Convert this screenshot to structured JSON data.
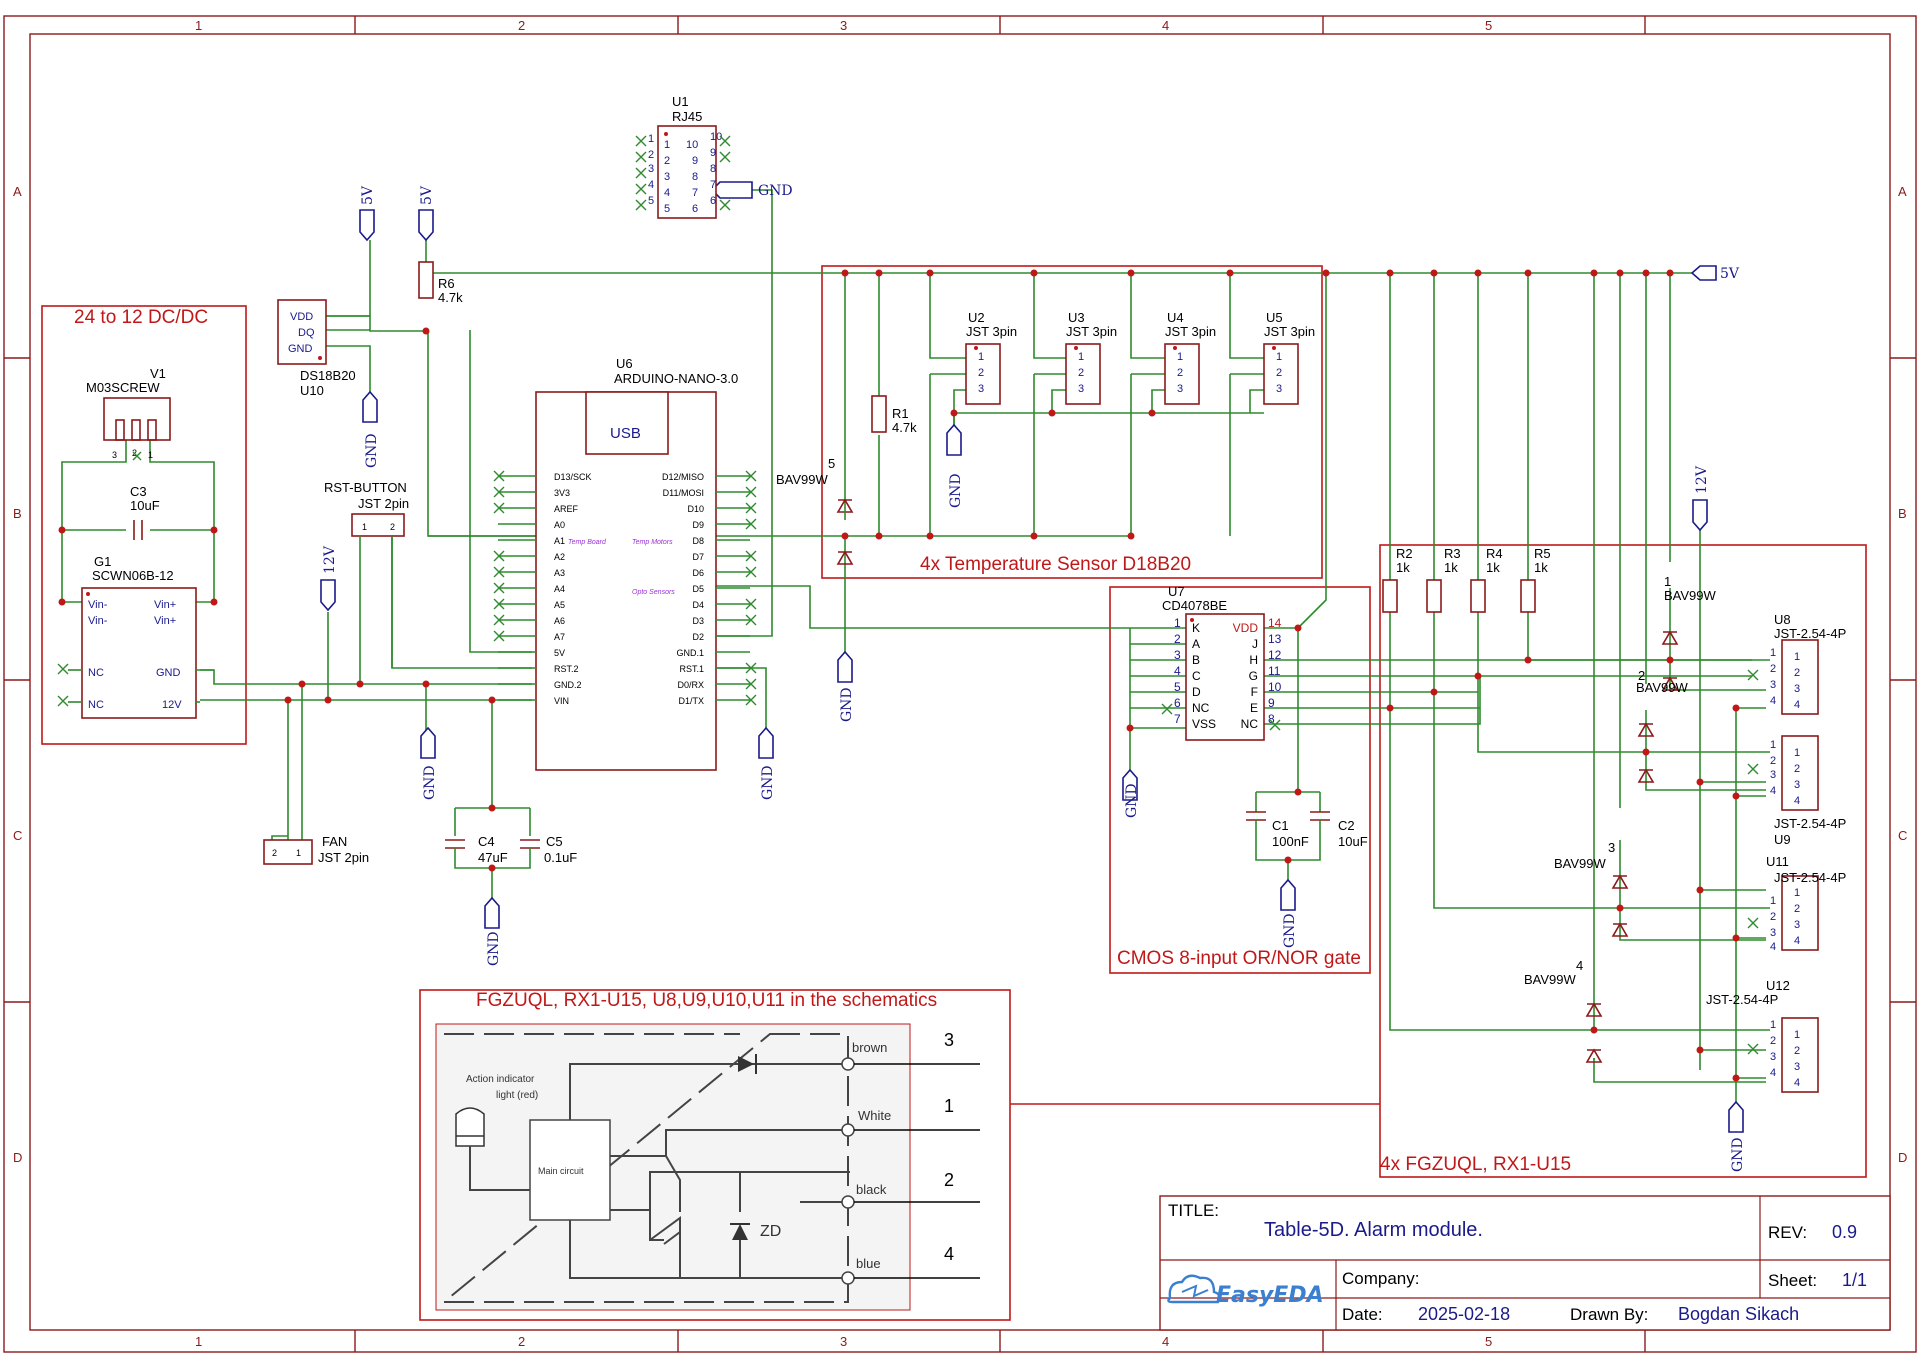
{
  "grid": {
    "cols": [
      "1",
      "2",
      "3",
      "4",
      "5"
    ],
    "rows": [
      "A",
      "B",
      "C",
      "D"
    ]
  },
  "colors": {
    "frame": "#8b1a1a",
    "wire": "#2e8b2e",
    "region": "#c01818",
    "pin": "#1a1a8b"
  },
  "regions": {
    "dcdc": "24 to 12 DC/DC",
    "temp": "4x Temperature Sensor D18B20",
    "cmos": "CMOS 8-input OR/NOR gate",
    "fgz_title": "FGZUQL, RX1-U15, U8,U9,U10,U11 in the schematics",
    "fgz": "4x FGZUQL, RX1-U15"
  },
  "nets": {
    "v5": "5V",
    "gnd": "GND",
    "v12": "12V"
  },
  "components": {
    "u1": {
      "ref": "U1",
      "name": "RJ45"
    },
    "v1": {
      "ref": "V1",
      "name": "M03SCREW"
    },
    "c3": {
      "ref": "C3",
      "value": "10uF"
    },
    "g1": {
      "ref": "G1",
      "name": "SCWN06B-12",
      "pins": [
        "Vin-",
        "Vin-",
        "Vin+",
        "Vin+",
        "NC",
        "GND",
        "NC",
        "12V"
      ]
    },
    "u10": {
      "name": "DS18B20",
      "ref": "U10",
      "pins": [
        "VDD",
        "DQ",
        "GND"
      ]
    },
    "r6": {
      "ref": "R6",
      "value": "4.7k"
    },
    "rst": {
      "ref": "RST-BUTTON",
      "name": "JST 2pin"
    },
    "fan": {
      "ref": "FAN",
      "name": "JST 2pin"
    },
    "u6": {
      "ref": "U6",
      "name": "ARDUINO-NANO-3.0",
      "usb": "USB",
      "left": [
        "D13/SCK",
        "3V3",
        "AREF",
        "A0",
        "A1",
        "A2",
        "A3",
        "A4",
        "A5",
        "A6",
        "A7",
        "5V",
        "RST.2",
        "GND.2",
        "VIN"
      ],
      "right": [
        "D12/MISO",
        "D11/MOSI",
        "D10",
        "D9",
        "D8",
        "D7",
        "D6",
        "D5",
        "D4",
        "D3",
        "D2",
        "GND.1",
        "RST.1",
        "D0/RX",
        "D1/TX"
      ],
      "notes": [
        "Temp Board",
        "Temp Motors",
        "Opto Sensors"
      ]
    },
    "c4": {
      "ref": "C4",
      "value": "47uF"
    },
    "c5": {
      "ref": "C5",
      "value": "0.1uF"
    },
    "r1": {
      "ref": "R1",
      "value": "4.7k"
    },
    "sensors": [
      {
        "ref": "U2",
        "name": "JST 3pin"
      },
      {
        "ref": "U3",
        "name": "JST 3pin"
      },
      {
        "ref": "U4",
        "name": "JST 3pin"
      },
      {
        "ref": "U5",
        "name": "JST 3pin"
      }
    ],
    "bav": "BAV99W",
    "u7": {
      "ref": "U7",
      "name": "CD4078BE",
      "left": [
        "K",
        "A",
        "B",
        "C",
        "D",
        "NC",
        "VSS"
      ],
      "right": [
        "VDD",
        "J",
        "H",
        "G",
        "F",
        "E",
        "NC"
      ],
      "lnum": [
        "1",
        "2",
        "3",
        "4",
        "5",
        "6",
        "7"
      ],
      "rnum": [
        "14",
        "13",
        "12",
        "11",
        "10",
        "9",
        "8"
      ]
    },
    "c1": {
      "ref": "C1",
      "value": "100nF"
    },
    "c2": {
      "ref": "C2",
      "value": "10uF"
    },
    "r2": {
      "ref": "R2",
      "value": "1k"
    },
    "r3": {
      "ref": "R3",
      "value": "1k"
    },
    "r4": {
      "ref": "R4",
      "value": "1k"
    },
    "r5": {
      "ref": "R5",
      "value": "1k"
    },
    "jst": "JST-2.54-4P",
    "conn_refs": [
      "U8",
      "U9",
      "U11",
      "U12"
    ]
  },
  "inset": {
    "wires": [
      "brown",
      "White",
      "black",
      "blue"
    ],
    "nums": [
      "3",
      "1",
      "2",
      "4"
    ],
    "action": "Action indicator",
    "light": "light (red)",
    "main": "Main circuit",
    "zd": "ZD"
  },
  "titleblock": {
    "title_label": "TITLE:",
    "title": "Table-5D. Alarm module.",
    "rev_label": "REV:",
    "rev": "0.9",
    "company_label": "Company:",
    "sheet_label": "Sheet:",
    "sheet": "1/1",
    "date_label": "Date:",
    "date": "2025-02-18",
    "drawn_label": "Drawn By:",
    "drawn": "Bogdan Sikach",
    "logo": "EasyEDA"
  }
}
